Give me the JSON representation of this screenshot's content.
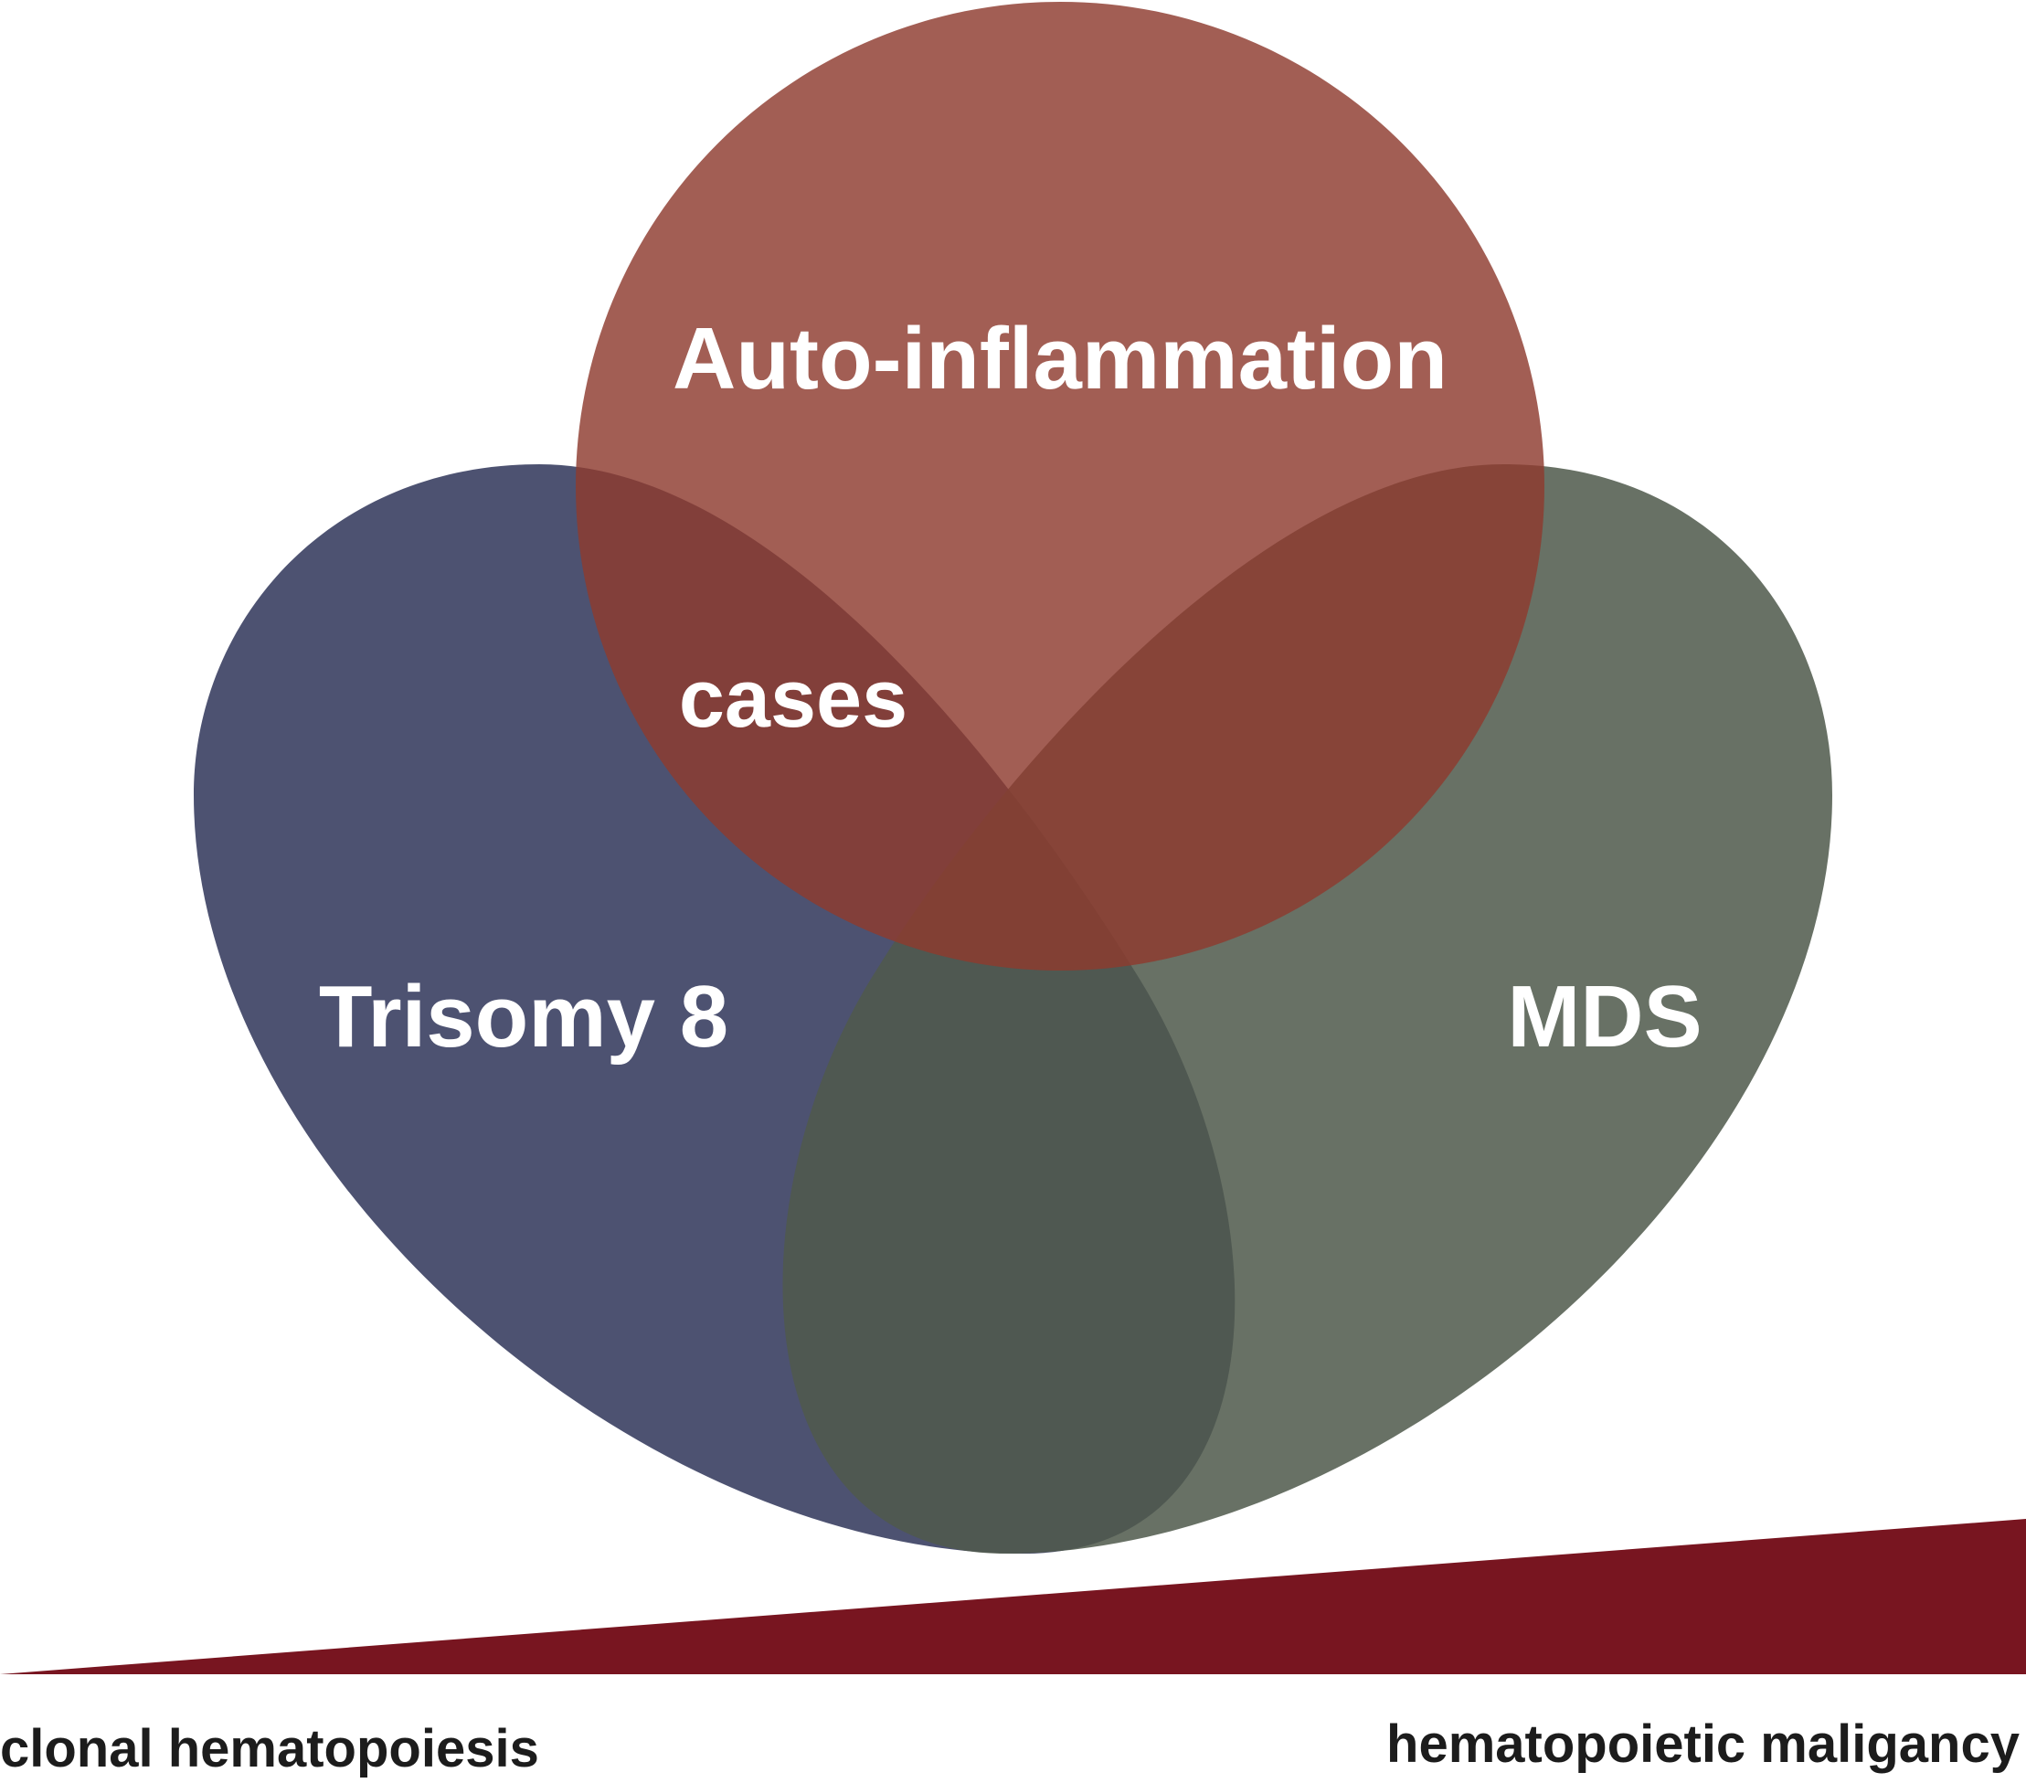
{
  "diagram": {
    "sets": [
      {
        "id": "auto-inflammation",
        "label": "Auto-inflammation",
        "color": "#8e3a2e"
      },
      {
        "id": "trisomy-8",
        "label": "Trisomy 8",
        "color": "#3a3f62"
      },
      {
        "id": "mds",
        "label": "MDS",
        "color": "#4f5a4c"
      }
    ],
    "intersection_label": "cases",
    "gradient_bar": {
      "color": "#781520"
    },
    "axis_labels": {
      "left": "clonal hematopoiesis",
      "right": "hematopoietic maligancy"
    }
  }
}
